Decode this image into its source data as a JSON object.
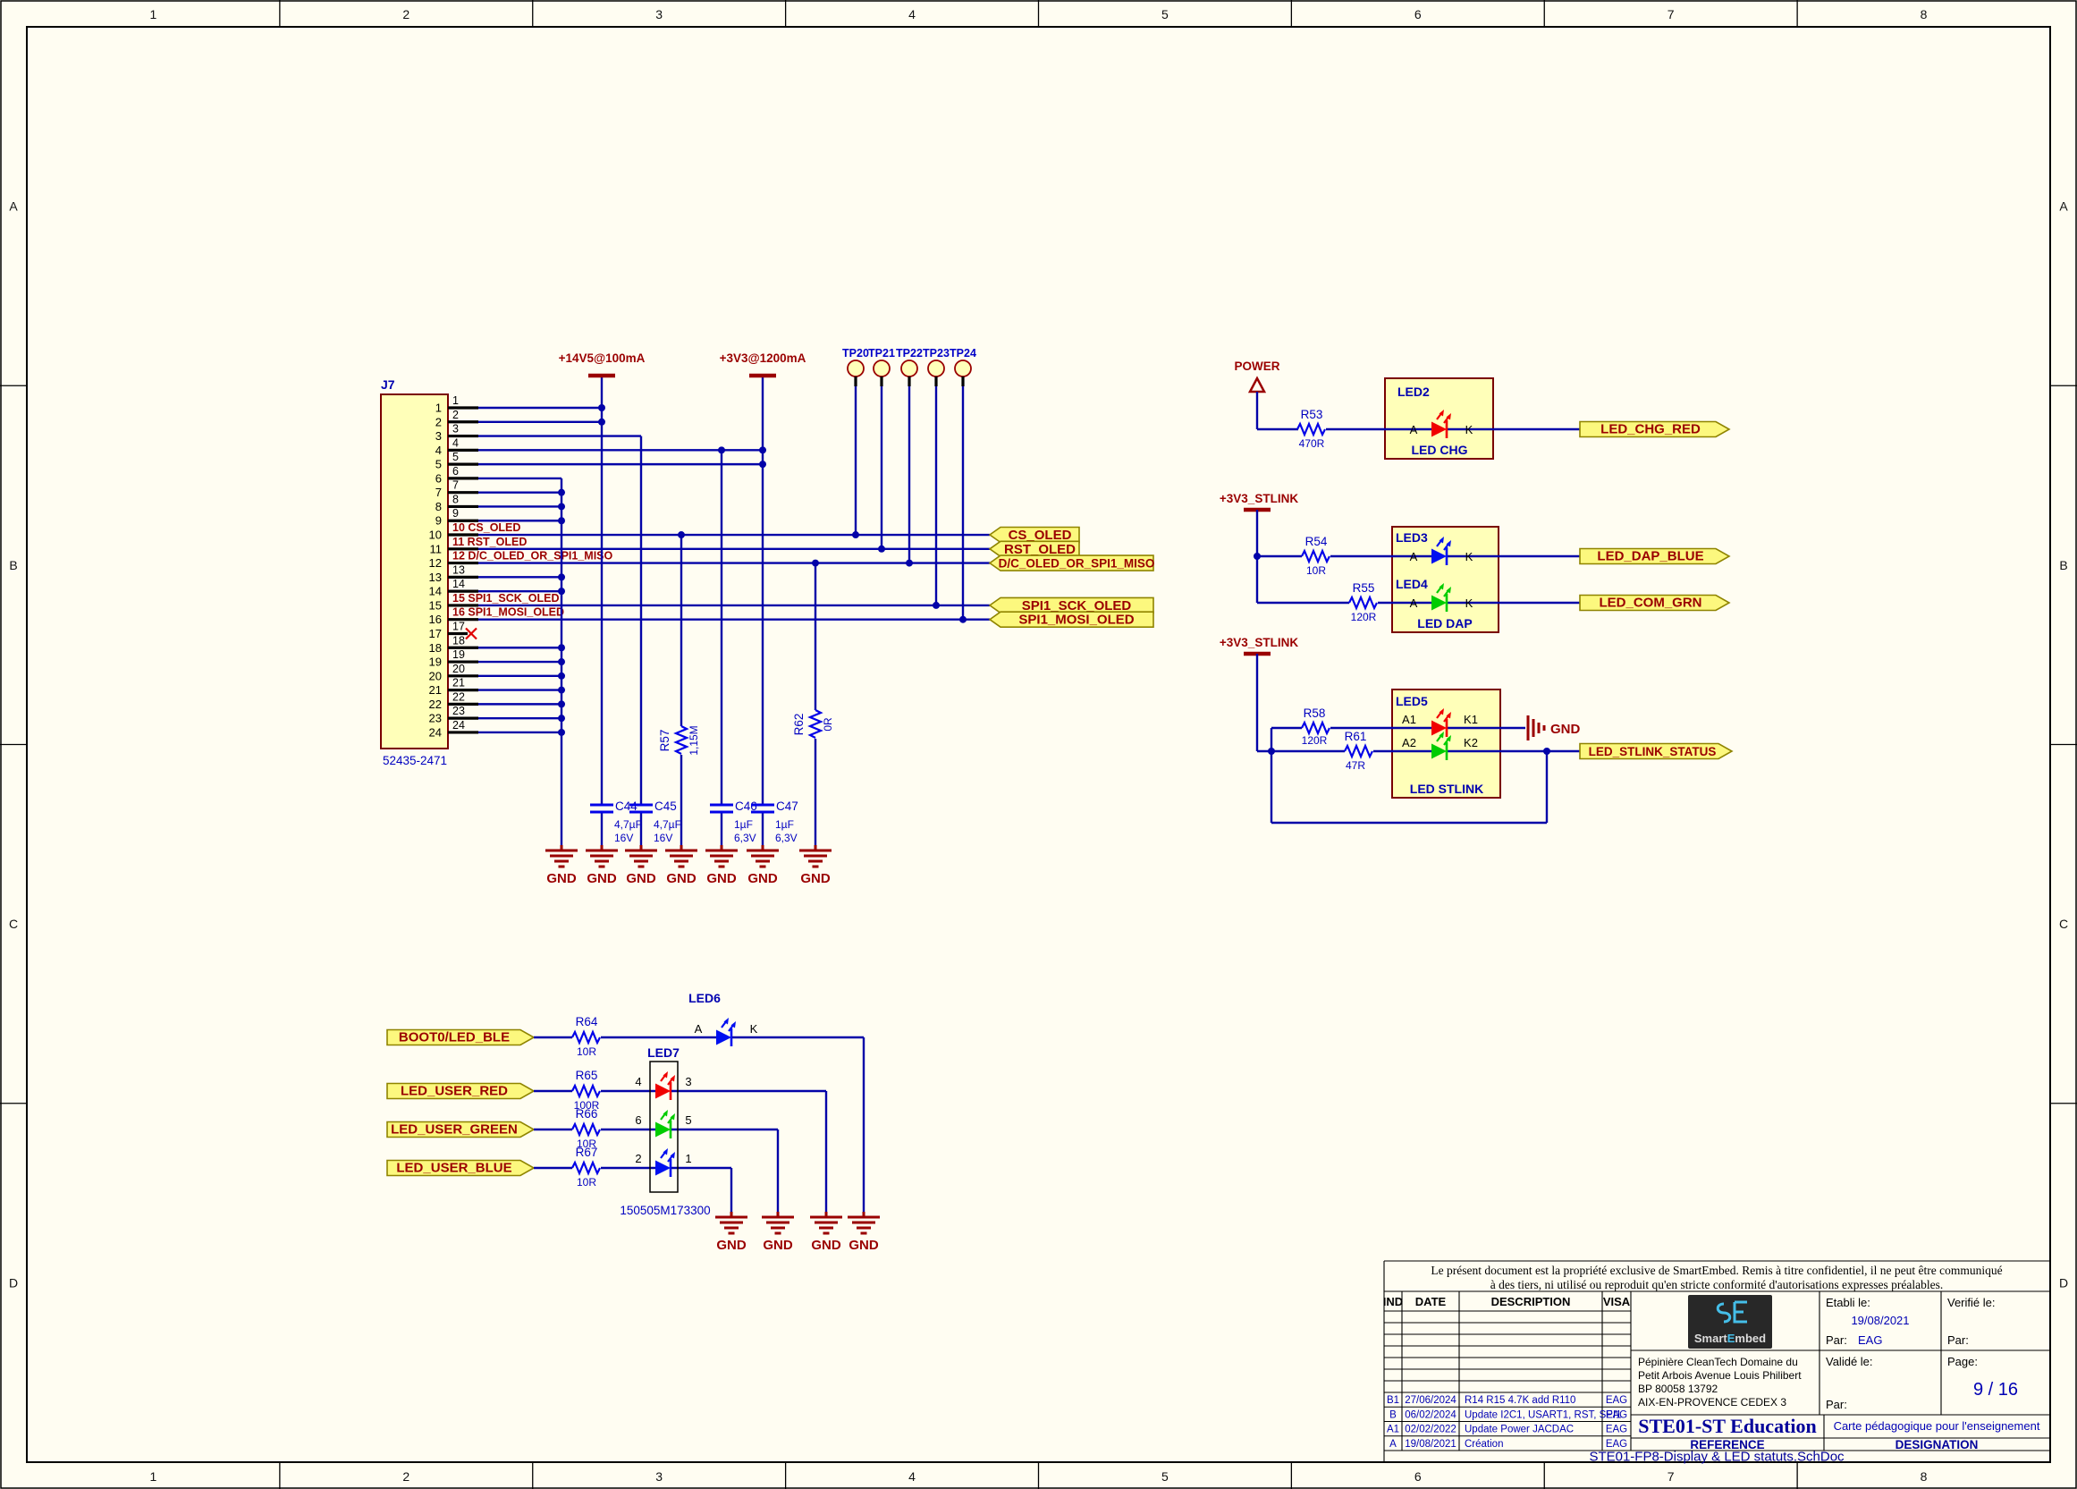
{
  "frame": {
    "columns": [
      "1",
      "2",
      "3",
      "4",
      "5",
      "6",
      "7",
      "8"
    ],
    "rows": [
      "A",
      "B",
      "C",
      "D"
    ]
  },
  "symbols": {
    "gnd": "GND"
  },
  "power": {
    "v14": "+14V5@100mA",
    "v3": "+3V3@1200mA",
    "power": "POWER",
    "stlink_a": "+3V3_STLINK",
    "stlink_b": "+3V3_STLINK"
  },
  "connector": {
    "designator": "J7",
    "part": "52435-2471",
    "pins": [
      {
        "n": "1"
      },
      {
        "n": "2"
      },
      {
        "n": "3"
      },
      {
        "n": "4"
      },
      {
        "n": "5"
      },
      {
        "n": "6"
      },
      {
        "n": "7"
      },
      {
        "n": "8"
      },
      {
        "n": "9"
      },
      {
        "n": "10",
        "net": "CS_OLED"
      },
      {
        "n": "11",
        "net": "RST_OLED"
      },
      {
        "n": "12",
        "net": "D/C_OLED_OR_SPI1_MISO"
      },
      {
        "n": "13"
      },
      {
        "n": "14"
      },
      {
        "n": "15",
        "net": "SPI1_SCK_OLED"
      },
      {
        "n": "16",
        "net": "SPI1_MOSI_OLED"
      },
      {
        "n": "17"
      },
      {
        "n": "18"
      },
      {
        "n": "19"
      },
      {
        "n": "20"
      },
      {
        "n": "21"
      },
      {
        "n": "22"
      },
      {
        "n": "23"
      },
      {
        "n": "24"
      }
    ]
  },
  "testpoints": {
    "tp20": "TP20",
    "tp21": "TP21",
    "tp22": "TP22",
    "tp23": "TP23",
    "tp24": "TP24"
  },
  "ports": {
    "cs": "CS_OLED",
    "rst": "RST_OLED",
    "dc": "D/C_OLED_OR_SPI1_MISO",
    "sck": "SPI1_SCK_OLED",
    "mosi": "SPI1_MOSI_OLED",
    "chg": "LED_CHG_RED",
    "dap": "LED_DAP_BLUE",
    "com": "LED_COM_GRN",
    "stlink": "LED_STLINK_STATUS",
    "boot": "BOOT0/LED_BLE",
    "ured": "LED_USER_RED",
    "ugrn": "LED_USER_GREEN",
    "ublu": "LED_USER_BLUE"
  },
  "resistors": {
    "r53": {
      "ref": "R53",
      "val": "470R"
    },
    "r54": {
      "ref": "R54",
      "val": "10R"
    },
    "r55": {
      "ref": "R55",
      "val": "120R"
    },
    "r57": {
      "ref": "R57",
      "val": "1,15M"
    },
    "r58": {
      "ref": "R58",
      "val": "120R"
    },
    "r61": {
      "ref": "R61",
      "val": "47R"
    },
    "r62": {
      "ref": "R62",
      "val": "0R"
    },
    "r64": {
      "ref": "R64",
      "val": "10R"
    },
    "r65": {
      "ref": "R65",
      "val": "100R"
    },
    "r66": {
      "ref": "R66",
      "val": "10R"
    },
    "r67": {
      "ref": "R67",
      "val": "10R"
    }
  },
  "capacitors": {
    "c44": {
      "ref": "C44",
      "val1": "4,7µF",
      "val2": "16V"
    },
    "c45": {
      "ref": "C45",
      "val1": "4,7µF",
      "val2": "16V"
    },
    "c46": {
      "ref": "C46",
      "val1": "1µF",
      "val2": "6,3V"
    },
    "c47": {
      "ref": "C47",
      "val1": "1µF",
      "val2": "6,3V"
    }
  },
  "leds": {
    "led2": {
      "ref": "LED2",
      "a": "A",
      "k": "K",
      "name": "LED CHG"
    },
    "led3": {
      "ref": "LED3",
      "a": "A",
      "k": "K"
    },
    "led4": {
      "ref": "LED4",
      "a": "A",
      "k": "K"
    },
    "dap_name": "LED DAP",
    "led5": {
      "ref": "LED5",
      "a1": "A1",
      "k1": "K1",
      "a2": "A2",
      "k2": "K2",
      "name": "LED STLINK"
    },
    "led6": {
      "ref": "LED6",
      "a": "A",
      "k": "K"
    },
    "led7": {
      "ref": "LED7",
      "part": "150505M173300",
      "p1": "4",
      "p2": "3",
      "p3": "6",
      "p4": "5",
      "p5": "2",
      "p6": "1"
    }
  },
  "title_block": {
    "confidential_1": "Le présent document est la propriété exclusive de SmartEmbed. Remis à titre confidentiel, il ne peut être communiqué",
    "confidential_2": "à des tiers, ni utilisé ou reproduit qu'en stricte conformité d'autorisations expresses préalables.",
    "headers": {
      "ind": "IND",
      "date": "DATE",
      "desc": "DESCRIPTION",
      "visa": "VISA"
    },
    "revisions": [
      {
        "ind": "B1",
        "date": "27/06/2024",
        "desc": "R14 R15 4.7K add R110",
        "visa": "EAG"
      },
      {
        "ind": "B",
        "date": "06/02/2024",
        "desc": "Update I2C1, USART1, RST, SPI1",
        "visa": "EAG"
      },
      {
        "ind": "A1",
        "date": "02/02/2022",
        "desc": "Update Power JACDAC",
        "visa": "EAG"
      },
      {
        "ind": "A",
        "date": "19/08/2021",
        "desc": "Création",
        "visa": "EAG"
      }
    ],
    "logo": {
      "part1": "Smart",
      "part2": "E",
      "part3": "mbed"
    },
    "address": [
      "Pépinière CleanTech Domaine du",
      "Petit Arbois Avenue Louis Philibert",
      "BP 80058 13792",
      "AIX-EN-PROVENCE CEDEX 3"
    ],
    "etabli_label": "Etabli le:",
    "etabli_date": "19/08/2021",
    "par_label": "Par:",
    "etabli_par": "EAG",
    "verifie_label": "Verifié le:",
    "valide_label": "Validé le:",
    "page_label": "Page:",
    "page": "9 / 16",
    "title": "STE01-ST Education",
    "designation": "Carte pédagogique pour l'enseignement",
    "reference_header": "REFERENCE",
    "designation_header": "DESIGNATION",
    "reference": "STE01-FP8-Display & LED statuts.SchDoc"
  }
}
